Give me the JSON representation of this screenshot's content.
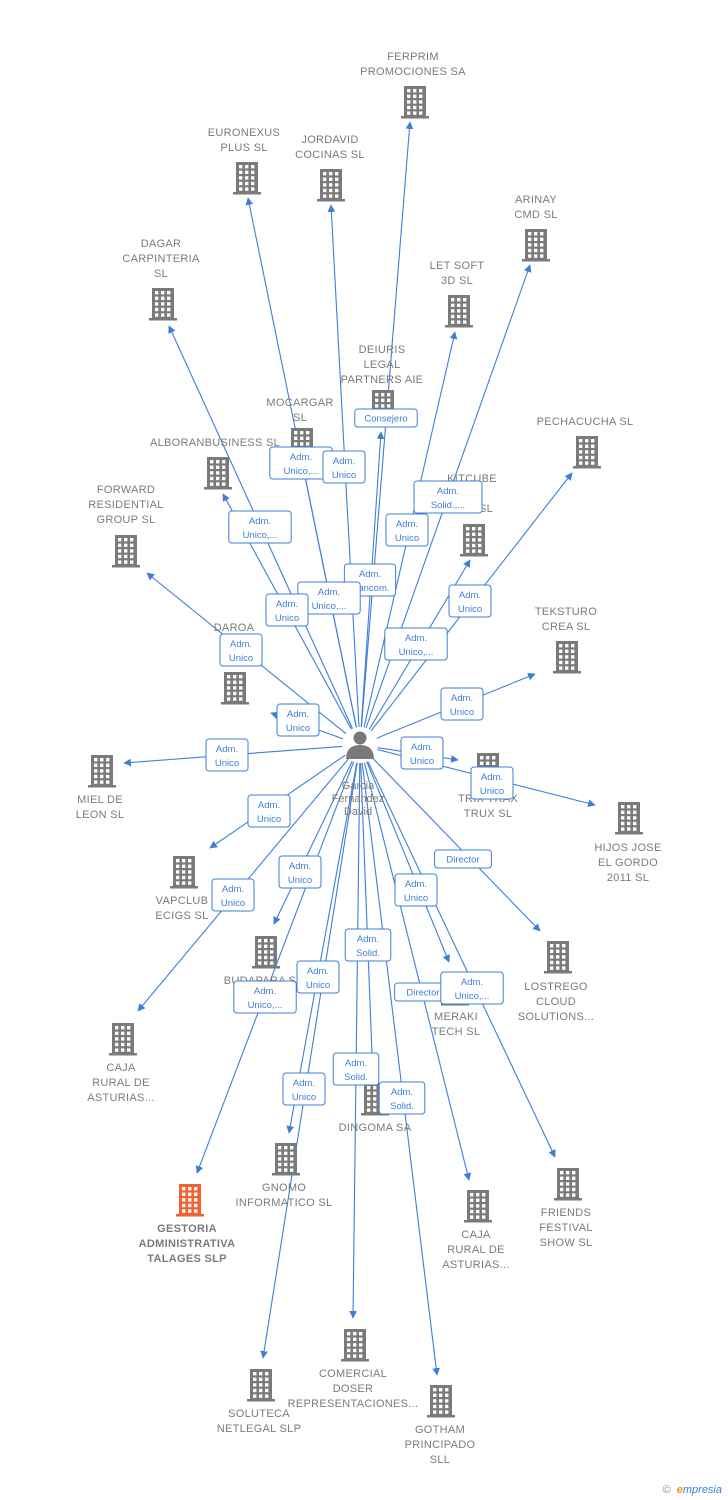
{
  "colors": {
    "edge": "#3d7fd6",
    "building": "#7a7a7a",
    "highlight_building": "#f0622f",
    "label": "#7b7b7b",
    "person": "#7a7a7a"
  },
  "center": {
    "lines": [
      "Garcia",
      "Fernandez",
      "David"
    ],
    "icon": "person-icon"
  },
  "nodes": [
    {
      "id": "ferprim",
      "lines": [
        "FERPRIM",
        "PROMOCIONES SA"
      ]
    },
    {
      "id": "euronexus",
      "lines": [
        "EURONEXUS",
        "PLUS  SL"
      ]
    },
    {
      "id": "jordavid",
      "lines": [
        "JORDAVID",
        "COCINAS  SL"
      ]
    },
    {
      "id": "arinay",
      "lines": [
        "ARINAY",
        "CMD  SL"
      ]
    },
    {
      "id": "dagar",
      "lines": [
        "DAGAR",
        "CARPINTERIA",
        "SL"
      ]
    },
    {
      "id": "letsoft",
      "lines": [
        "LET SOFT",
        "3D  SL"
      ]
    },
    {
      "id": "deiuris",
      "lines": [
        "DEIURIS",
        "LEGAL",
        "PARTNERS AIE"
      ]
    },
    {
      "id": "mocargar",
      "lines": [
        "MOCARGAR",
        "SL"
      ]
    },
    {
      "id": "pechacucha",
      "lines": [
        "PECHACUCHA SL"
      ]
    },
    {
      "id": "alboran",
      "lines": [
        "ALBORANBUSINESS SL"
      ]
    },
    {
      "id": "kitcube",
      "lines": [
        "KITCUBE",
        "ME",
        "ONS SL"
      ]
    },
    {
      "id": "forward",
      "lines": [
        "FORWARD",
        "RESIDENTIAL",
        "GROUP  SL"
      ]
    },
    {
      "id": "teksturo",
      "lines": [
        "TEKSTURO",
        "CREA  SL"
      ]
    },
    {
      "id": "daroa",
      "lines": [
        "DAROA",
        "VALD",
        "S"
      ]
    },
    {
      "id": "miel",
      "lines": [
        "MIEL DE",
        "LEON  SL"
      ]
    },
    {
      "id": "trix",
      "lines": [
        "TRIX TRAX",
        "TRUX  SL"
      ]
    },
    {
      "id": "hijos",
      "lines": [
        "HIJOS JOSE",
        "EL GORDO",
        "2011 SL"
      ]
    },
    {
      "id": "vapclub",
      "lines": [
        "VAPCLUB",
        "ECIGS  SL"
      ]
    },
    {
      "id": "budapara",
      "lines": [
        "BUDAPARA S"
      ]
    },
    {
      "id": "lostrego",
      "lines": [
        "LOSTREGO",
        "CLOUD",
        "SOLUTIONS..."
      ]
    },
    {
      "id": "meraki",
      "lines": [
        "MERAKI",
        "TECH  SL"
      ]
    },
    {
      "id": "caja1",
      "lines": [
        "CAJA",
        "RURAL DE",
        "ASTURIAS..."
      ]
    },
    {
      "id": "dingoma",
      "lines": [
        "DINGOMA SA"
      ]
    },
    {
      "id": "gnomo",
      "lines": [
        "GNOMO",
        "INFORMATICO SL"
      ]
    },
    {
      "id": "gestoria",
      "lines": [
        "GESTORIA",
        "ADMINISTRATIVA",
        "TALAGES  SLP"
      ],
      "highlight": true
    },
    {
      "id": "caja2",
      "lines": [
        "CAJA",
        "RURAL DE",
        "ASTURIAS..."
      ]
    },
    {
      "id": "friends",
      "lines": [
        "FRIENDS",
        "FESTIVAL",
        "SHOW  SL"
      ]
    },
    {
      "id": "comercial",
      "lines": [
        "COMERCIAL",
        "DOSER",
        "REPRESENTACIONES..."
      ]
    },
    {
      "id": "soluteca",
      "lines": [
        "SOLUTECA",
        "NETLEGAL SLP"
      ]
    },
    {
      "id": "gotham",
      "lines": [
        "GOTHAM",
        "PRINCIPADO",
        "SLL"
      ]
    }
  ],
  "badges": [
    {
      "lines": [
        "Consejero"
      ]
    },
    {
      "lines": [
        "Adm.",
        "Unico,..."
      ]
    },
    {
      "lines": [
        "Adm.",
        "Unico"
      ]
    },
    {
      "lines": [
        "Adm.",
        "Solid.,..."
      ]
    },
    {
      "lines": [
        "Adm.",
        "Unico,..."
      ]
    },
    {
      "lines": [
        "Adm.",
        "Unico"
      ]
    },
    {
      "lines": [
        "Adm.",
        "Mancom."
      ]
    },
    {
      "lines": [
        "Adm.",
        "Unico,..."
      ]
    },
    {
      "lines": [
        "Adm.",
        "Unico"
      ]
    },
    {
      "lines": [
        "Adm.",
        "Unico"
      ]
    },
    {
      "lines": [
        "Adm.",
        "Unico,..."
      ]
    },
    {
      "lines": [
        "Adm.",
        "Unico"
      ]
    },
    {
      "lines": [
        "Adm.",
        "Unico"
      ]
    },
    {
      "lines": [
        "Adm.",
        "Unico"
      ]
    },
    {
      "lines": [
        "Adm.",
        "Unico"
      ]
    },
    {
      "lines": [
        "Adm.",
        "Unico"
      ]
    },
    {
      "lines": [
        "Adm.",
        "Unico"
      ]
    },
    {
      "lines": [
        "Adm.",
        "Unico"
      ]
    },
    {
      "lines": [
        "Adm.",
        "Unico"
      ]
    },
    {
      "lines": [
        "Director"
      ]
    },
    {
      "lines": [
        "Adm.",
        "Unico"
      ]
    },
    {
      "lines": [
        "Adm.",
        "Unico"
      ]
    },
    {
      "lines": [
        "Adm.",
        "Solid."
      ]
    },
    {
      "lines": [
        "Adm.",
        "Unico"
      ]
    },
    {
      "lines": [
        "Adm.",
        "Unico,..."
      ]
    },
    {
      "lines": [
        "Director"
      ]
    },
    {
      "lines": [
        "Adm.",
        "Unico,..."
      ]
    },
    {
      "lines": [
        "Adm.",
        "Solid."
      ]
    },
    {
      "lines": [
        "Adm.",
        "Unico"
      ]
    },
    {
      "lines": [
        "Adm.",
        "Solid."
      ]
    }
  ],
  "footer": {
    "copyright": "©",
    "brand_initial": "e",
    "brand_rest": "mpresia"
  }
}
